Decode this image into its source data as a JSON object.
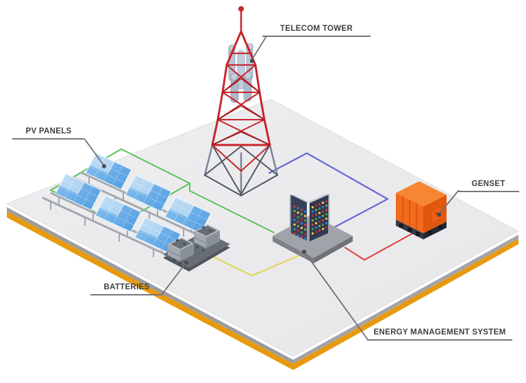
{
  "diagram": {
    "type": "isometric-infographic",
    "subject": "Hybrid power system for a telecom site",
    "labels": {
      "pv_panels": "PV PANELS",
      "telecom_tower": "TELECOM TOWER",
      "genset": "GENSET",
      "batteries": "BATTERIES",
      "ems": "ENERGY MANAGEMENT SYSTEM"
    },
    "components": [
      {
        "id": "telecom-tower",
        "label": "TELECOM TOWER"
      },
      {
        "id": "pv-panels",
        "label": "PV PANELS",
        "panel_count": 6
      },
      {
        "id": "batteries",
        "label": "BATTERIES",
        "battery_count": 2
      },
      {
        "id": "energy-management-system",
        "label": "ENERGY MANAGEMENT SYSTEM"
      },
      {
        "id": "genset",
        "label": "GENSET"
      }
    ],
    "connections": [
      {
        "from": "pv-panels",
        "to": "energy-management-system",
        "color": "#57C457"
      },
      {
        "from": "telecom-tower",
        "to": "energy-management-system",
        "color": "#6467D8"
      },
      {
        "from": "batteries",
        "to": "energy-management-system",
        "color": "#E2D75C"
      },
      {
        "from": "genset",
        "to": "energy-management-system",
        "color": "#E23B3B"
      }
    ],
    "colors": {
      "ground_top": "#EBEBED",
      "ground_edge_gray": "#9C9CA0",
      "ground_edge_orange": "#E79A0E",
      "tower_red": "#C8242B",
      "panel_blue": "#4E9BE0",
      "genset_orange": "#F26A1B",
      "cabinet_slate": "#38415A",
      "label_text": "#3E3E40"
    }
  }
}
